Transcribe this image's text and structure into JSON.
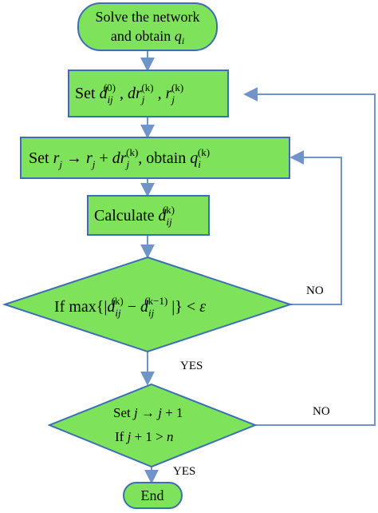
{
  "colors": {
    "fill": "#7EE35B",
    "stroke": "#3A6FB5",
    "arrow": "#6F95C8",
    "text": "#000000"
  },
  "nodes": {
    "solve": {
      "line1": "Solve the network",
      "line2_prefix": "and obtain ",
      "line2_var": "q",
      "line2_sub": "i"
    },
    "set_init": {
      "prefix": "Set ",
      "v1": "d",
      "v1_sub": "ij",
      "v1_sup": "(0)",
      "sep": " , ",
      "v2": "dr",
      "v2_sub": "j",
      "v2_sup": "(k)",
      "v3": "r",
      "v3_sub": "j",
      "v3_sup": "(k)"
    },
    "set_r": {
      "prefix": "Set ",
      "a": "r",
      "a_sub": "j",
      "arrow": " → ",
      "b": "r",
      "b_sub": "j",
      "plus": " + ",
      "c": "dr",
      "c_sub": "j",
      "c_sup": "(k)",
      "mid": ", obtain  ",
      "d": "q",
      "d_sub": "i",
      "d_sup": "(k)"
    },
    "calc": {
      "prefix": "Calculate ",
      "v": "d",
      "v_sub": "ij",
      "v_sup": "(k)"
    },
    "cond1": {
      "prefix": "If max{|",
      "a": "d",
      "a_sub": "ij",
      "a_sup": "(k)",
      "minus": " − ",
      "b": "d",
      "b_sub": "ij",
      "b_sup": "(k−1)",
      "suffix": " |} < ",
      "eps": "ε"
    },
    "cond2": {
      "line1_prefix": "Set ",
      "line1_a": "j",
      "line1_mid": " → ",
      "line1_b": "j",
      "line1_suffix": " + 1",
      "line2_prefix": "If ",
      "line2_a": "j",
      "line2_mid": " + 1 > ",
      "line2_b": "n"
    },
    "end": {
      "label": "End"
    }
  },
  "edges": {
    "cond1_no": "NO",
    "cond1_yes": "YES",
    "cond2_no": "NO",
    "cond2_yes": "YES"
  }
}
